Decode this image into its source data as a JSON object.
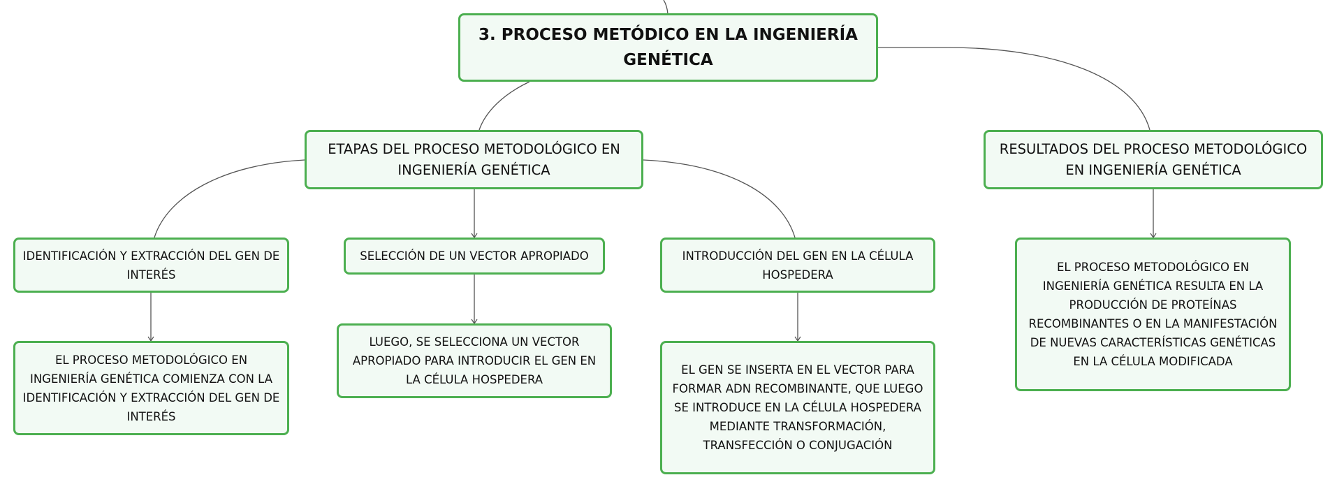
{
  "diagram": {
    "root": {
      "text": "3. PROCESO METÓDICO EN LA INGENIERÍA GENÉTICA"
    },
    "branches": [
      {
        "text": "ETAPAS DEL PROCESO METODOLÓGICO EN INGENIERÍA GENÉTICA",
        "children": [
          {
            "text": "IDENTIFICACIÓN Y EXTRACCIÓN DEL GEN DE INTERÉS",
            "detail": "EL PROCESO METODOLÓGICO EN INGENIERÍA GENÉTICA COMIENZA CON LA IDENTIFICACIÓN Y EXTRACCIÓN DEL GEN DE INTERÉS"
          },
          {
            "text": "SELECCIÓN DE UN VECTOR APROPIADO",
            "detail": "LUEGO, SE SELECCIONA UN VECTOR APROPIADO PARA INTRODUCIR EL GEN EN LA CÉLULA HOSPEDERA"
          },
          {
            "text": "INTRODUCCIÓN DEL GEN EN LA CÉLULA HOSPEDERA",
            "detail": "EL GEN SE INSERTA EN EL VECTOR PARA FORMAR ADN RECOMBINANTE, QUE LUEGO SE INTRODUCE EN LA CÉLULA HOSPEDERA MEDIANTE TRANSFORMACIÓN, TRANSFECCIÓN O CONJUGACIÓN"
          }
        ]
      },
      {
        "text": "RESULTADOS DEL PROCESO METODOLÓGICO EN INGENIERÍA GENÉTICA",
        "children": [
          {
            "detail": "EL PROCESO METODOLÓGICO EN INGENIERÍA GENÉTICA RESULTA EN LA PRODUCCIÓN DE PROTEÍNAS RECOMBINANTES O EN LA MANIFESTACIÓN DE NUEVAS CARACTERÍSTICAS GENÉTICAS EN LA CÉLULA MODIFICADA"
          }
        ]
      }
    ]
  },
  "colors": {
    "border": "#4caf50",
    "fill": "#f2faf4",
    "text": "#111111",
    "connector": "#555555"
  }
}
